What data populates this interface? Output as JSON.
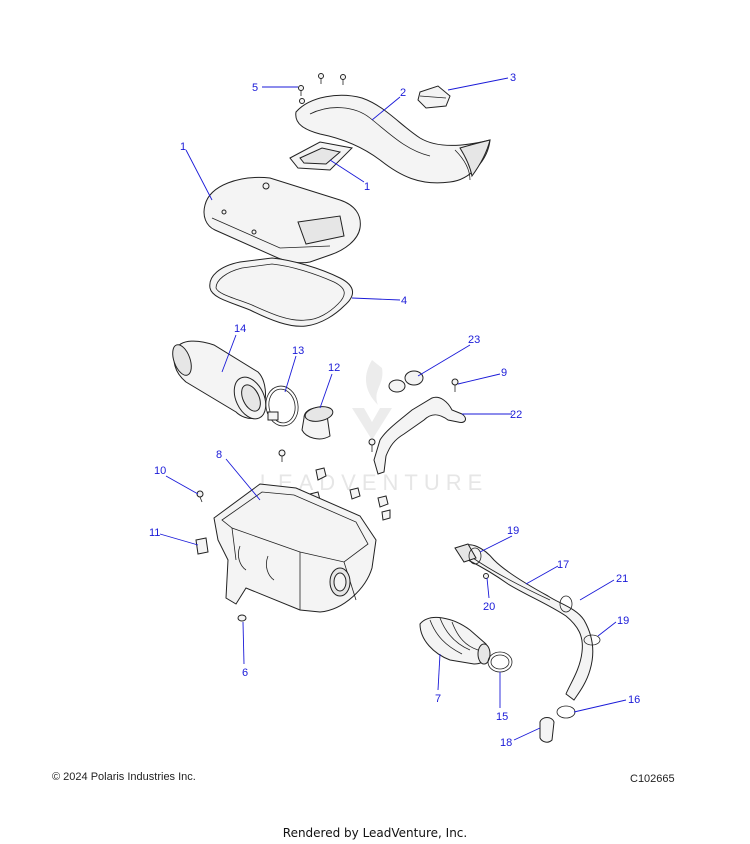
{
  "watermark": "LEADVENTURE",
  "copyright": "© 2024 Polaris Industries Inc.",
  "diagram_code": "C102665",
  "rendered_by": "Rendered by LeadVenture, Inc.",
  "callouts": {
    "c1a": "1",
    "c1b": "1",
    "c2": "2",
    "c3": "3",
    "c4": "4",
    "c5": "5",
    "c6": "6",
    "c7": "7",
    "c8": "8",
    "c9": "9",
    "c10": "10",
    "c11": "11",
    "c12": "12",
    "c13": "13",
    "c14": "14",
    "c15": "15",
    "c16": "16",
    "c17": "17",
    "c18": "18",
    "c19a": "19",
    "c19b": "19",
    "c20": "20",
    "c21": "21",
    "c22": "22",
    "c23": "23"
  },
  "colors": {
    "callout": "#1a1ad8",
    "line": "#222222"
  }
}
